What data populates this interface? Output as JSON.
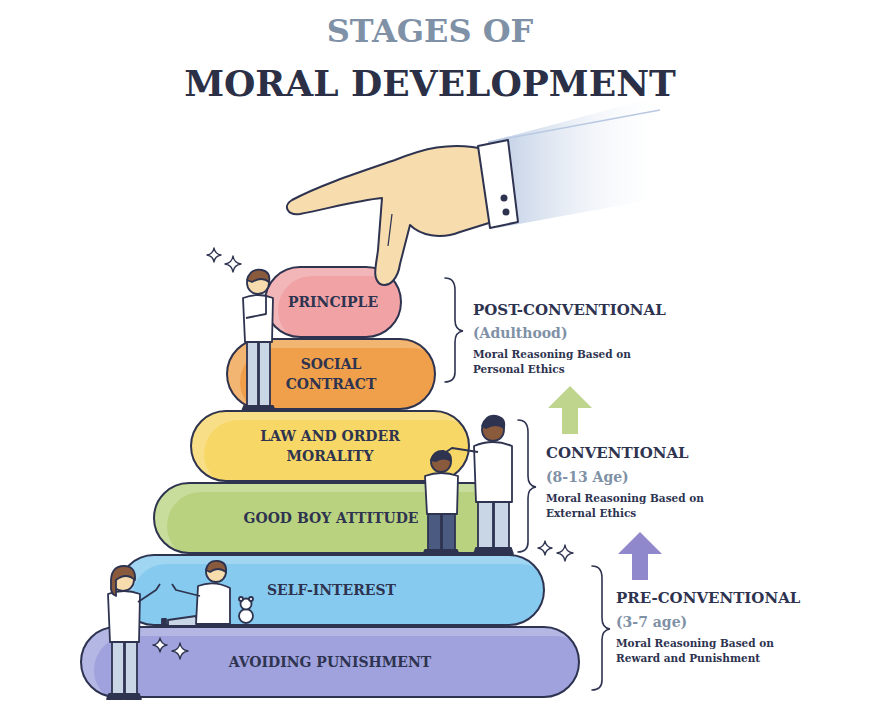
{
  "diagram": {
    "title": "STAGES OF",
    "nodes": [
      {
        "text": [
          "PRINCIPLE"
        ]
      },
      {
        "text": [
          "SOCIAL CONTRACT"
        ]
      },
      {
        "text": [
          "LAW AND ORDER MORALITY"
        ]
      },
      {
        "text": [
          "GOOD BOY ATTITUDE"
        ]
      },
      {
        "text": [
          "SELF-INTEREST"
        ]
      },
      {
        "text": [
          "AVOIDING PUNISHMENT"
        ]
      }
    ],
    "labels": [
      "MORAL DEVELOPMENT",
      "POST-CONVENTIONAL",
      "(Adulthood)",
      "Moral Reasoning Based on Personal Ethics",
      "CONVENTIONAL",
      "(8-13 Age)",
      "Moral Reasoning Based on External Ethics",
      "PRE-CONVENTIONAL",
      "(3-7 age)",
      "Moral Reasoning Based on Reward and Punishment"
    ]
  }
}
